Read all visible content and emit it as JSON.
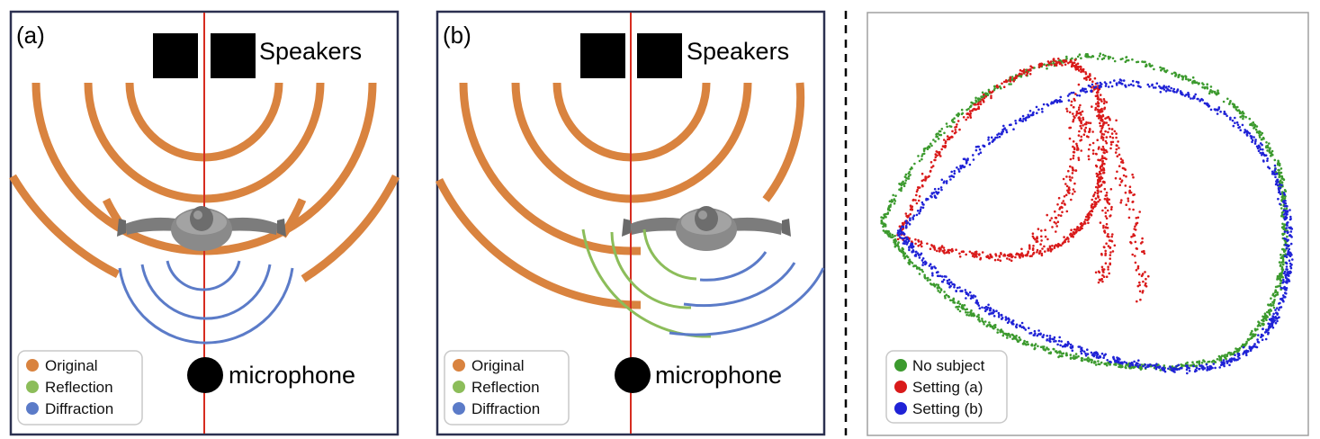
{
  "panel_a": {
    "tag": "(a)",
    "speakers_label": "Speakers",
    "microphone_label": "microphone",
    "legend": [
      "Original",
      "Reflection",
      "Diffraction"
    ]
  },
  "panel_b": {
    "tag": "(b)",
    "speakers_label": "Speakers",
    "microphone_label": "microphone",
    "legend": [
      "Original",
      "Reflection",
      "Diffraction"
    ]
  },
  "panel_c": {
    "legend": [
      "No subject",
      "Setting (a)",
      "Setting (b)"
    ]
  },
  "colors": {
    "original": "#d9833f",
    "reflection": "#8cbd5a",
    "diffraction": "#5b7bc8",
    "centerline": "#d62c1f",
    "frame": "#2b3050",
    "no_subject": "#3c9a2e",
    "setting_a": "#d91a1a",
    "setting_b": "#1f22d6"
  }
}
